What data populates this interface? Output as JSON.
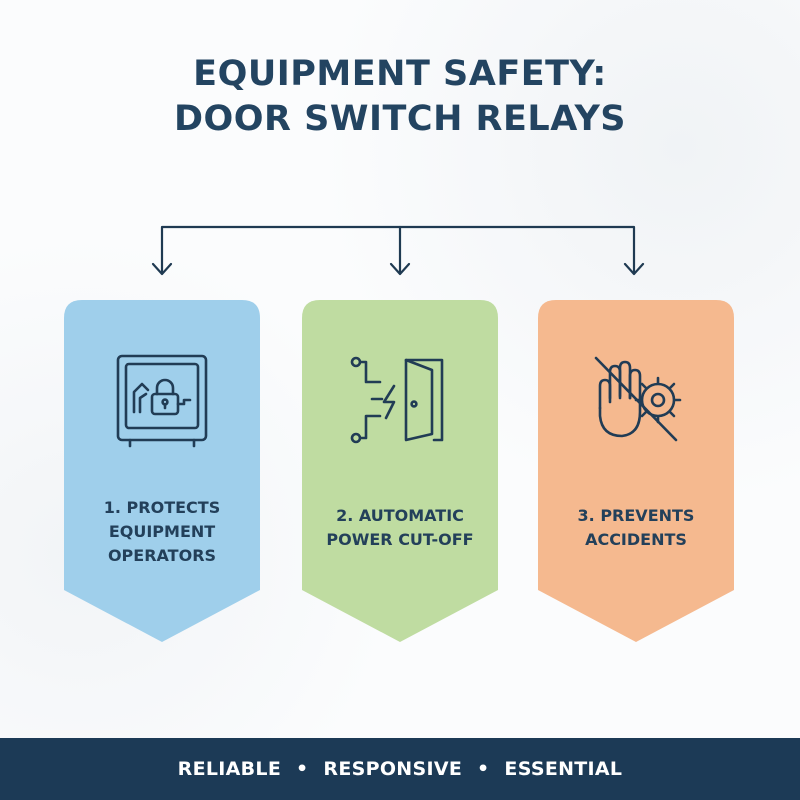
{
  "title": {
    "line1": "EQUIPMENT SAFETY:",
    "line2": "DOOR SWITCH RELAYS"
  },
  "colors": {
    "title": "#234461",
    "card_blue": "#9fcfeb",
    "card_green": "#bfdca1",
    "card_orange": "#f5b98f",
    "icon_stroke": "#213c55",
    "footer_bg": "#1c3a56"
  },
  "cards": [
    {
      "lines": [
        "1. PROTECTS",
        "EQUIPMENT",
        "OPERATORS"
      ],
      "icon": "machine-lock-icon"
    },
    {
      "lines": [
        "2. AUTOMATIC",
        "POWER CUT-OFF"
      ],
      "icon": "circuit-door-icon"
    },
    {
      "lines": [
        "3. PREVENTS",
        "ACCIDENTS"
      ],
      "icon": "no-hand-gear-icon"
    }
  ],
  "footer": {
    "items": [
      "RELIABLE",
      "RESPONSIVE",
      "ESSENTIAL"
    ],
    "separator": "•"
  }
}
